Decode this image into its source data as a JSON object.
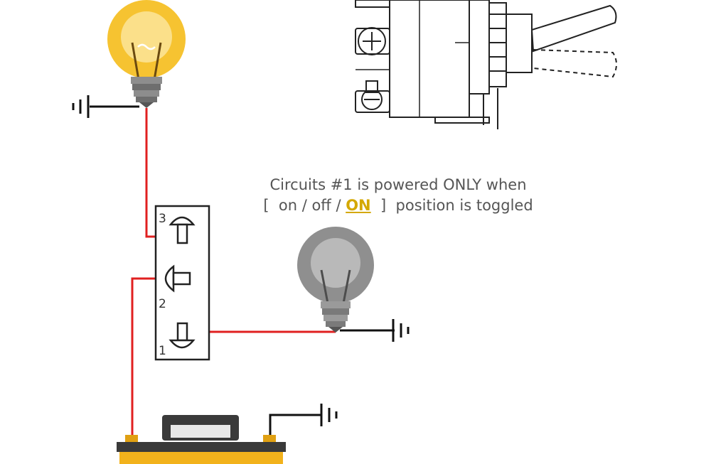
{
  "caption": {
    "line1": "Circuits #1 is powered ONLY when",
    "line2_prefix": "[  on / off / ",
    "line2_highlight": "ON",
    "line2_suffix": "  ]  position is toggled"
  },
  "terminals": {
    "t1": "1",
    "t2": "2",
    "t3": "3"
  },
  "colors": {
    "wire": "#e02020",
    "ground_wire": "#111111",
    "bulb_on": "#f6c331",
    "bulb_off": "#8f8f8f",
    "battery": "#f2b21c",
    "highlight": "#d4a800"
  },
  "icons": {
    "bulb_lit": "lightbulb-on-icon",
    "bulb_unlit": "lightbulb-off-icon",
    "battery": "battery-icon",
    "ground": "ground-symbol-icon",
    "toggle_switch": "toggle-switch-icon"
  }
}
